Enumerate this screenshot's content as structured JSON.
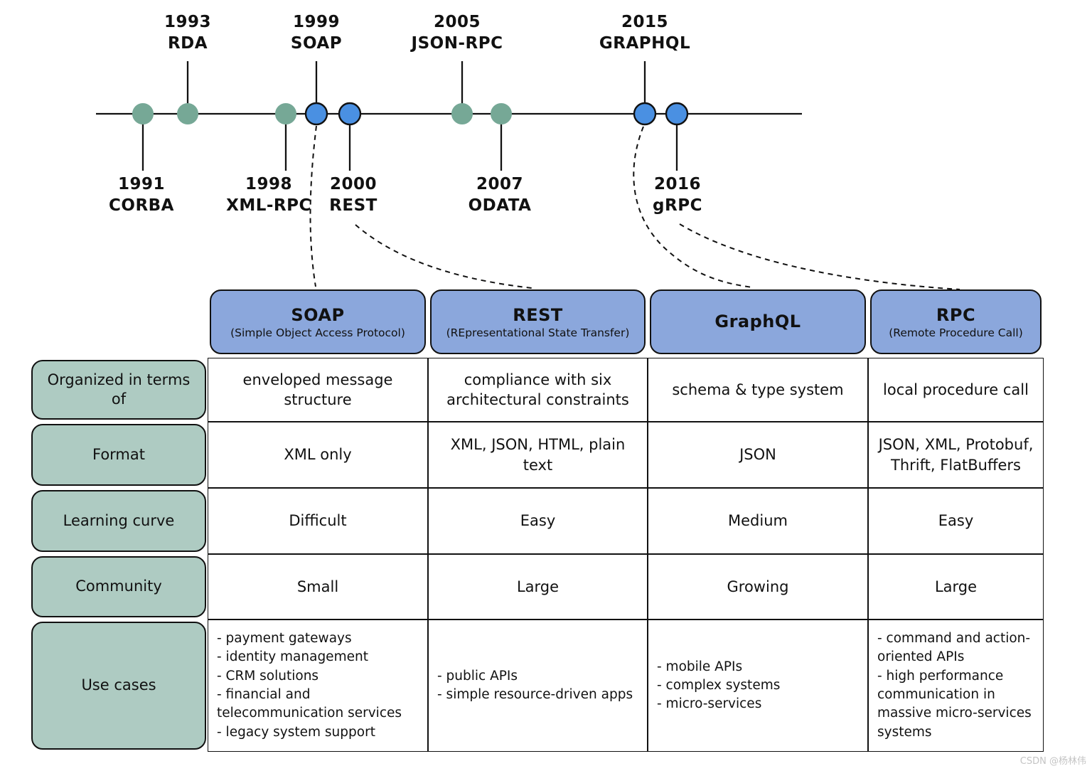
{
  "colors": {
    "dot_green": "#76a896",
    "dot_blue": "#4a90e2",
    "header_fill": "#8ba7dc",
    "row_header_fill": "#aecbc2",
    "line": "#111111",
    "watermark": "#c4c4c4"
  },
  "timeline": {
    "events": [
      {
        "year": "1991",
        "name": "CORBA",
        "side": "below",
        "dot_color": "green"
      },
      {
        "year": "1993",
        "name": "RDA",
        "side": "above",
        "dot_color": "green"
      },
      {
        "year": "1998",
        "name": "XML-RPC",
        "side": "below",
        "dot_color": "green"
      },
      {
        "year": "1999",
        "name": "SOAP",
        "side": "above",
        "dot_color": "blue"
      },
      {
        "year": "2000",
        "name": "REST",
        "side": "below",
        "dot_color": "blue"
      },
      {
        "year": "2005",
        "name": "JSON-RPC",
        "side": "above",
        "dot_color": "green"
      },
      {
        "year": "2007",
        "name": "ODATA",
        "side": "below",
        "dot_color": "green"
      },
      {
        "year": "2015",
        "name": "GRAPHQL",
        "side": "above",
        "dot_color": "blue"
      },
      {
        "year": "2016",
        "name": "gRPC",
        "side": "below",
        "dot_color": "blue"
      }
    ]
  },
  "table": {
    "columns": [
      {
        "title": "SOAP",
        "subtitle": "(Simple Object Access Protocol)"
      },
      {
        "title": "REST",
        "subtitle": "(REpresentational State Transfer)"
      },
      {
        "title": "GraphQL",
        "subtitle": ""
      },
      {
        "title": "RPC",
        "subtitle": "(Remote Procedure Call)"
      }
    ],
    "rows": [
      {
        "header": "Organized in terms of",
        "cells": [
          "enveloped message structure",
          "compliance with six architectural constraints",
          "schema & type system",
          "local procedure call"
        ]
      },
      {
        "header": "Format",
        "cells": [
          "XML only",
          "XML, JSON, HTML, plain text",
          "JSON",
          "JSON, XML, Protobuf, Thrift, FlatBuffers"
        ]
      },
      {
        "header": "Learning curve",
        "cells": [
          "Difficult",
          "Easy",
          "Medium",
          "Easy"
        ]
      },
      {
        "header": "Community",
        "cells": [
          "Small",
          "Large",
          "Growing",
          "Large"
        ]
      },
      {
        "header": "Use cases",
        "cells": [
          "- payment gateways\n- identity management\n- CRM solutions\n- financial and telecommunication services\n- legacy system support",
          "- public APIs\n- simple resource-driven apps",
          "- mobile APIs\n- complex systems\n- micro-services",
          "- command and action-oriented APIs\n- high performance communication in massive micro-services systems"
        ]
      }
    ]
  },
  "watermark": "CSDN @杨林伟"
}
